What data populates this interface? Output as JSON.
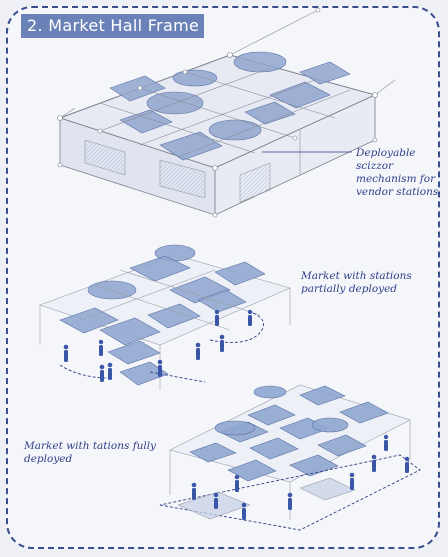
{
  "title": "2. Market Hall Frame",
  "annotations": {
    "mechanism": [
      "Deployable",
      "scizzor",
      "mechanism  for",
      "vendor stations"
    ],
    "partial": [
      "Market with stations",
      "partially deployed"
    ],
    "full": [
      "Market with tations fully",
      "deployed"
    ]
  },
  "colors": {
    "border": "#3a4d8f",
    "title_bg": "#6b82b8",
    "panel": "#8fa6cf",
    "figure": "#3b55a8",
    "text": "#2f3f8a",
    "frame_line": "#8a8e99"
  }
}
